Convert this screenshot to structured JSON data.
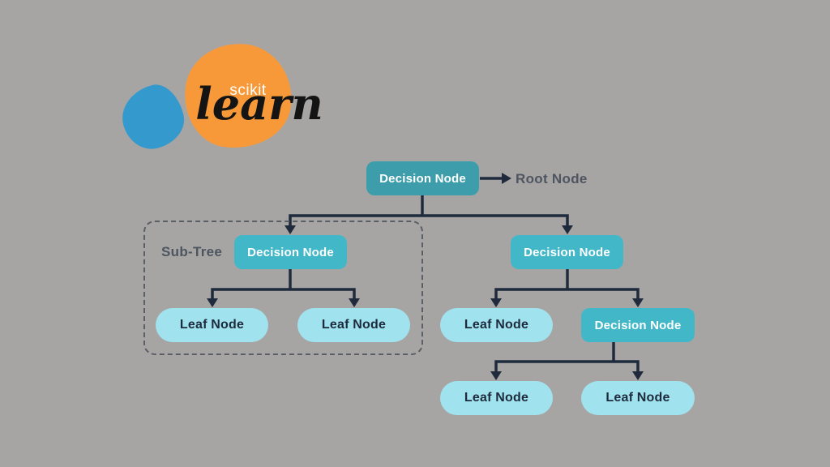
{
  "logo": {
    "scikit_text": "scikit",
    "learn_text": "learn"
  },
  "diagram": {
    "root_annotation": "Root Node",
    "subtree_label": "Sub-Tree",
    "nodes": [
      {
        "id": "root-decision",
        "type": "decision",
        "label": "Decision Node"
      },
      {
        "id": "left-decision",
        "type": "decision",
        "label": "Decision Node"
      },
      {
        "id": "right-decision",
        "type": "decision",
        "label": "Decision Node"
      },
      {
        "id": "subtree-leaf-1",
        "type": "leaf",
        "label": "Leaf Node"
      },
      {
        "id": "subtree-leaf-2",
        "type": "leaf",
        "label": "Leaf Node"
      },
      {
        "id": "right-leaf",
        "type": "leaf",
        "label": "Leaf Node"
      },
      {
        "id": "right-decision-2",
        "type": "decision",
        "label": "Decision Node"
      },
      {
        "id": "bottom-leaf-1",
        "type": "leaf",
        "label": "Leaf Node"
      },
      {
        "id": "bottom-leaf-2",
        "type": "leaf",
        "label": "Leaf Node"
      }
    ]
  },
  "colors": {
    "background": "#a7a5a4",
    "logo_orange": "#f89939",
    "logo_blue": "#3499cd",
    "root_node_fill": "#3d9daa",
    "decision_node_fill": "#41b7c7",
    "leaf_node_fill": "#a0e2ee",
    "node_text_light": "#ffffff",
    "node_text_dark": "#1e2b3c",
    "connector": "#1f2b3d",
    "annotation_text": "#4d5560",
    "dashed_border": "#5a5f66"
  }
}
